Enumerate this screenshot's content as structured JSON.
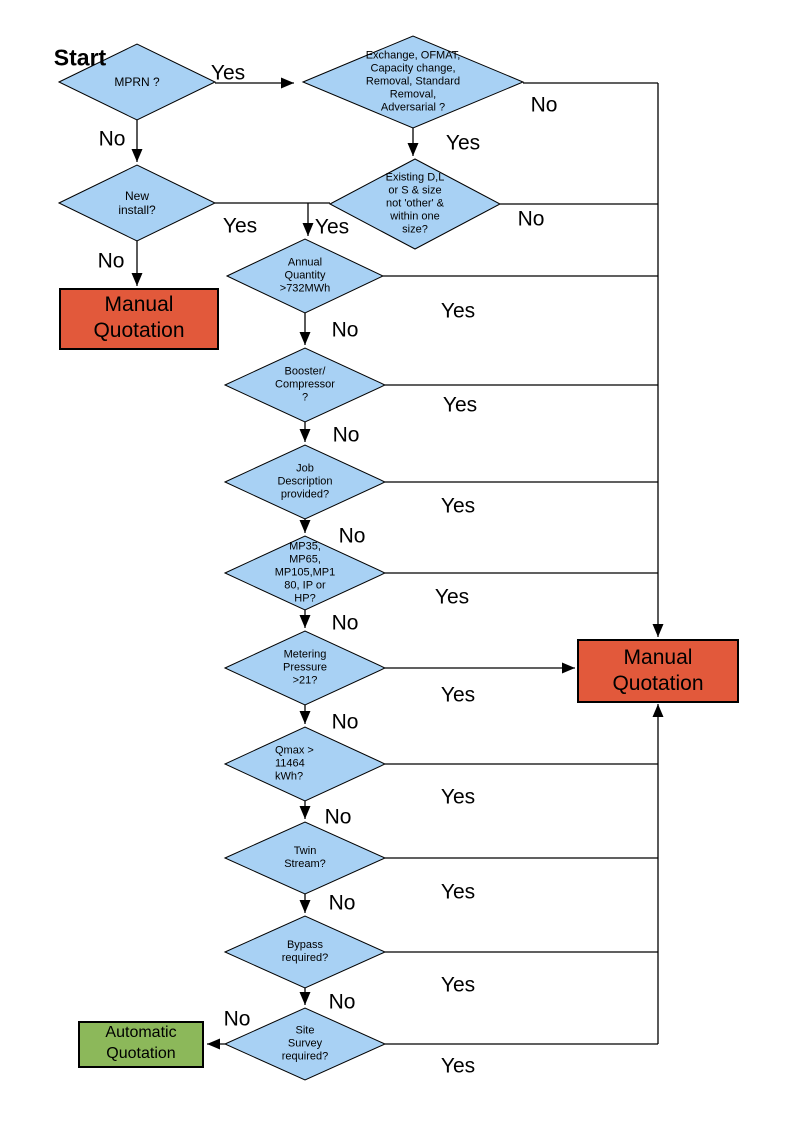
{
  "diagram": {
    "start_label": "Start",
    "edge_labels": {
      "yes": "Yes",
      "no": "No"
    },
    "decisions": {
      "mprn": "MPRN ?",
      "exchange": "Exchange, OFMAT,\nCapacity change,\nRemoval, Standard\nRemoval,\nAdversarial ?",
      "new_install": "New\ninstall?",
      "existing_size": "Existing D,L\nor S & size\nnot 'other' &\nwithin one\nsize?",
      "annual_quantity": "Annual\nQuantity\n>732MWh",
      "booster": "Booster/\nCompressor\n?",
      "job_description": "Job\nDescription\nprovided?",
      "pressure_tier": "MP35,\nMP65,\nMP105,MP1\n80, IP or\nHP?",
      "metering_pressure": "Metering\nPressure\n>21?",
      "qmax": "Qmax >\n11464\nkWh?",
      "twin_stream": "Twin\nStream?",
      "bypass": "Bypass\nrequired?",
      "site_survey": "Site\nSurvey\nrequired?"
    },
    "terminals": {
      "manual_left": "Manual\nQuotation",
      "manual_right": "Manual\nQuotation",
      "automatic": "Automatic\nQuotation"
    },
    "colors": {
      "decision_fill": "#A8D1F4",
      "manual_fill": "#E2593B",
      "automatic_fill": "#8CB85A",
      "line": "#000000"
    }
  }
}
